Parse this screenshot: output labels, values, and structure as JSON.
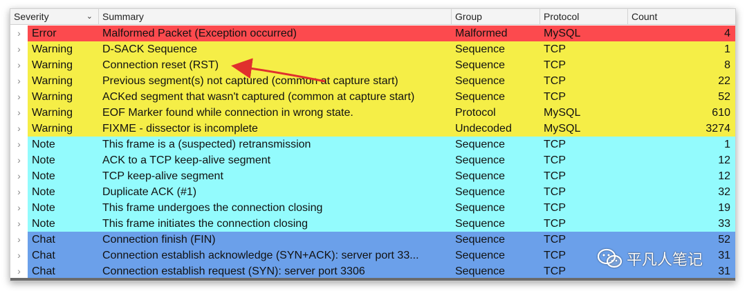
{
  "colors": {
    "error": "#fc4a4e",
    "warning": "#f5ee47",
    "note": "#93fbfd",
    "chat": "#6ba0ea",
    "arrow": "#e0302d"
  },
  "header": {
    "severity": "Severity",
    "summary": "Summary",
    "group": "Group",
    "protocol": "Protocol",
    "count": "Count"
  },
  "rows": [
    {
      "severity": "Error",
      "summary": "Malformed Packet (Exception occurred)",
      "group": "Malformed",
      "protocol": "MySQL",
      "count": "4"
    },
    {
      "severity": "Warning",
      "summary": "D-SACK Sequence",
      "group": "Sequence",
      "protocol": "TCP",
      "count": "1"
    },
    {
      "severity": "Warning",
      "summary": "Connection reset (RST)",
      "group": "Sequence",
      "protocol": "TCP",
      "count": "8"
    },
    {
      "severity": "Warning",
      "summary": "Previous segment(s) not captured (common at capture start)",
      "group": "Sequence",
      "protocol": "TCP",
      "count": "22"
    },
    {
      "severity": "Warning",
      "summary": "ACKed segment that wasn't captured (common at capture start)",
      "group": "Sequence",
      "protocol": "TCP",
      "count": "52"
    },
    {
      "severity": "Warning",
      "summary": "EOF Marker found while connection in wrong state.",
      "group": "Protocol",
      "protocol": "MySQL",
      "count": "610"
    },
    {
      "severity": "Warning",
      "summary": "FIXME - dissector is incomplete",
      "group": "Undecoded",
      "protocol": "MySQL",
      "count": "3274"
    },
    {
      "severity": "Note",
      "summary": "This frame is a (suspected) retransmission",
      "group": "Sequence",
      "protocol": "TCP",
      "count": "1"
    },
    {
      "severity": "Note",
      "summary": "ACK to a TCP keep-alive segment",
      "group": "Sequence",
      "protocol": "TCP",
      "count": "12"
    },
    {
      "severity": "Note",
      "summary": "TCP keep-alive segment",
      "group": "Sequence",
      "protocol": "TCP",
      "count": "12"
    },
    {
      "severity": "Note",
      "summary": "Duplicate ACK (#1)",
      "group": "Sequence",
      "protocol": "TCP",
      "count": "32"
    },
    {
      "severity": "Note",
      "summary": "This frame undergoes the connection closing",
      "group": "Sequence",
      "protocol": "TCP",
      "count": "19"
    },
    {
      "severity": "Note",
      "summary": "This frame initiates the connection closing",
      "group": "Sequence",
      "protocol": "TCP",
      "count": "33"
    },
    {
      "severity": "Chat",
      "summary": "Connection finish (FIN)",
      "group": "Sequence",
      "protocol": "TCP",
      "count": "52"
    },
    {
      "severity": "Chat",
      "summary": "Connection establish acknowledge (SYN+ACK): server port 33...",
      "group": "Sequence",
      "protocol": "TCP",
      "count": "31"
    },
    {
      "severity": "Chat",
      "summary": "Connection establish request (SYN): server port 3306",
      "group": "Sequence",
      "protocol": "TCP",
      "count": "31"
    }
  ],
  "watermark": {
    "text": "平凡人笔记",
    "icon": "wechat-icon"
  }
}
